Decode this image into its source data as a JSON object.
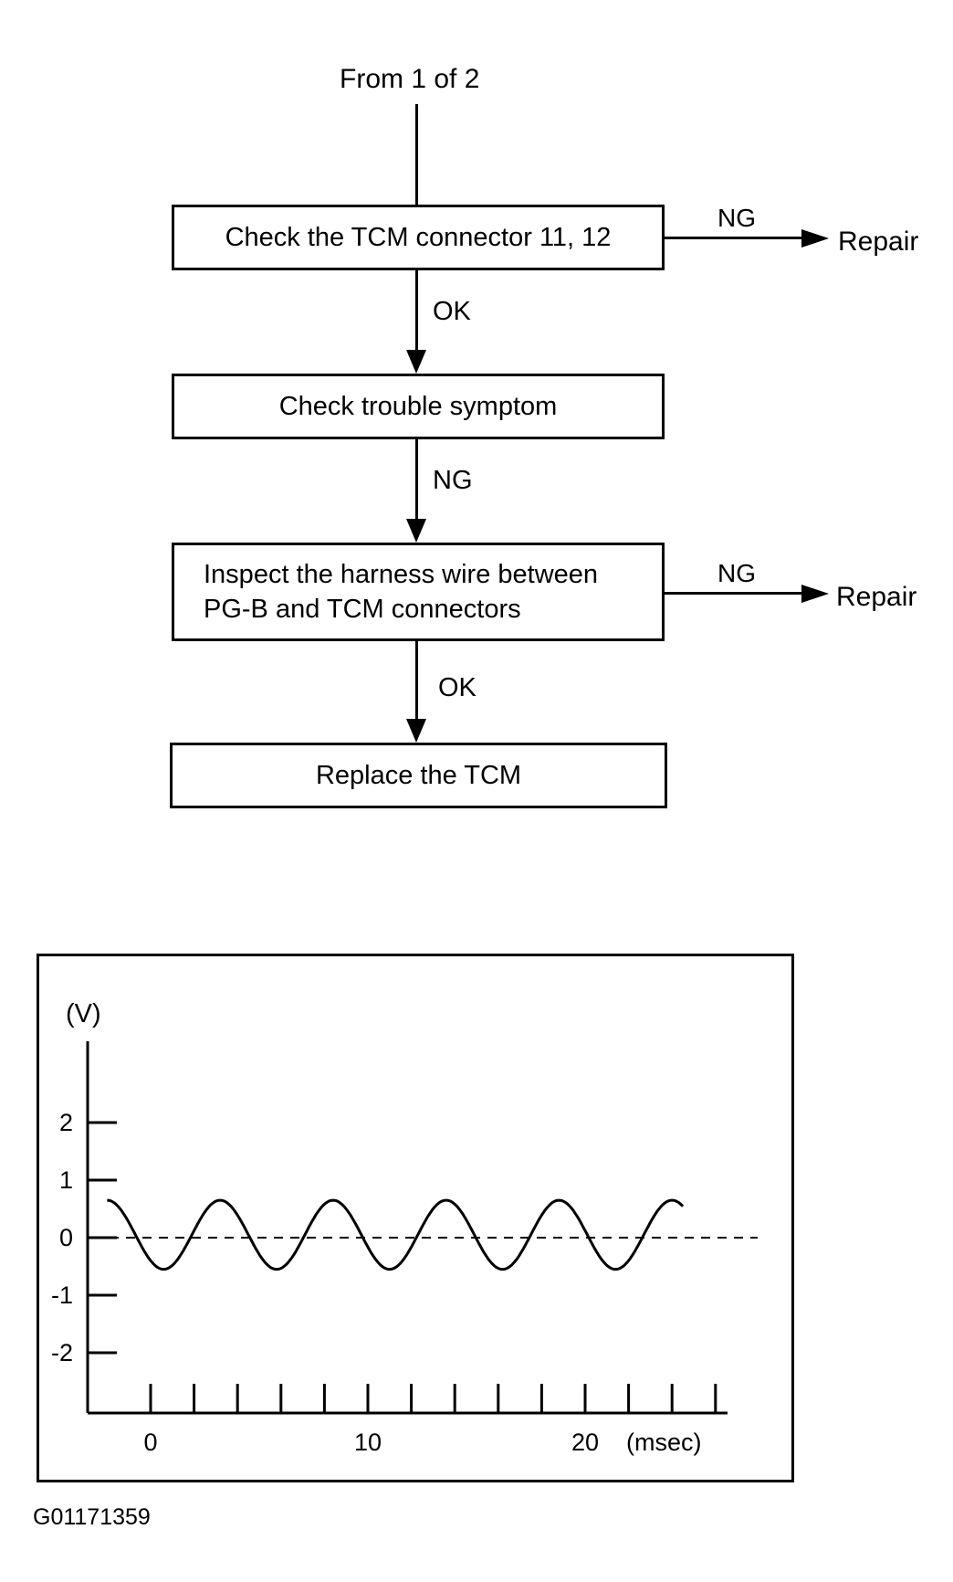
{
  "flowchart": {
    "entry_label": "From 1 of 2",
    "steps": [
      {
        "text": "Check the TCM connector 11, 12",
        "side_result": "NG",
        "side_action": "Repair",
        "down_result": "OK"
      },
      {
        "text": "Check trouble symptom",
        "down_result": "NG"
      },
      {
        "text_line1": "Inspect the harness wire between",
        "text_line2": "PG-B and TCM connectors",
        "side_result": "NG",
        "side_action": "Repair",
        "down_result": "OK"
      },
      {
        "text": "Replace the TCM"
      }
    ]
  },
  "chart_data": {
    "type": "line",
    "title": "",
    "ylabel": "(V)",
    "xlabel": "(msec)",
    "ylim": [
      -3,
      3.5
    ],
    "xlim": [
      -3,
      26
    ],
    "yticks": [
      2,
      1,
      0,
      -1,
      -2
    ],
    "ytick_labels": [
      "2",
      "1",
      "0",
      "-1",
      "-2"
    ],
    "xticks": [
      0,
      2,
      4,
      6,
      8,
      10,
      12,
      14,
      16,
      18,
      20,
      22,
      24,
      26
    ],
    "xtick_labels": [
      {
        "x": 0,
        "label": "0"
      },
      {
        "x": 10,
        "label": "10"
      },
      {
        "x": 20,
        "label": "20"
      }
    ],
    "baseline_dashed": 0,
    "series": [
      {
        "amplitude": 0.6,
        "offset": 0.05,
        "period_ms": 5.2,
        "start_ms": -2,
        "end_ms": 24.5,
        "phase_ms": -2
      }
    ],
    "grid": false,
    "legend": "none"
  },
  "figure_id": "G01171359"
}
